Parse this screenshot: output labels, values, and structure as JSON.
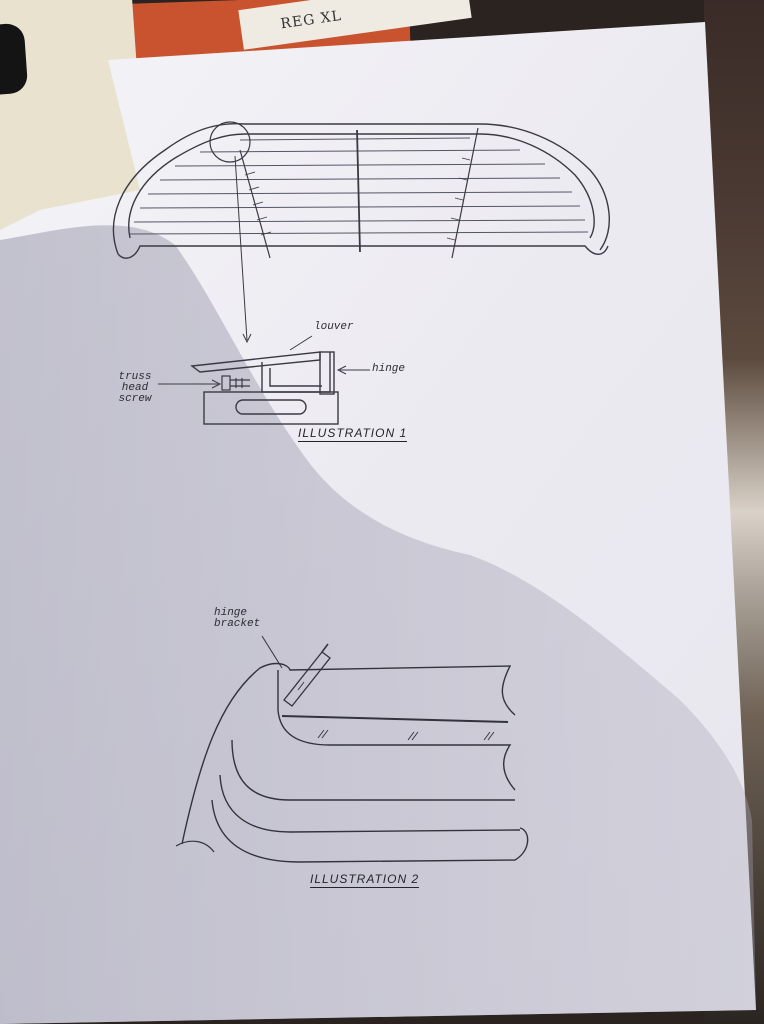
{
  "photo": {
    "background_items": {
      "top_slip_text": "REG XL"
    }
  },
  "illustration_1": {
    "labels": {
      "louver": "louver",
      "hinge": "hinge",
      "truss_head_screw": "truss\nhead\nscrew"
    },
    "caption": "ILLUSTRATION 1"
  },
  "illustration_2": {
    "labels": {
      "hinge_bracket": "hinge\nbracket"
    },
    "caption": "ILLUSTRATION 2"
  },
  "colors": {
    "paper": "#eeedf2",
    "ink": "#2d2d33",
    "shadow": "#a9a8b8"
  }
}
